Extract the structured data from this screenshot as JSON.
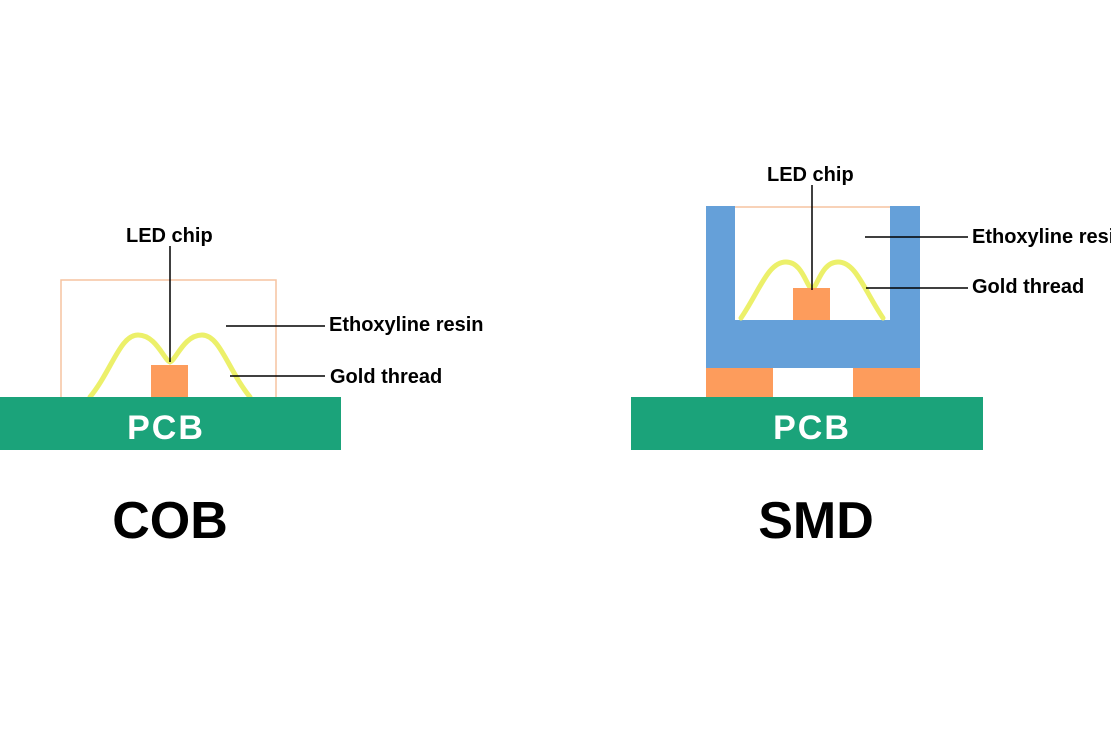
{
  "colors": {
    "pcb": "#1ba37a",
    "chip": "#fd9c5c",
    "wire": "#ecf06a",
    "housing": "#65a0d9",
    "resin_outline": "#f6c3a0",
    "pad": "#fd9c5c"
  },
  "cob": {
    "title": "COB",
    "pcb_label": "PCB",
    "led_chip_label": "LED chip",
    "resin_label": "Ethoxyline resin",
    "gold_thread_label": "Gold thread"
  },
  "smd": {
    "title": "SMD",
    "pcb_label": "PCB",
    "led_chip_label": "LED chip",
    "resin_label": "Ethoxyline resin",
    "gold_thread_label": "Gold thread"
  }
}
